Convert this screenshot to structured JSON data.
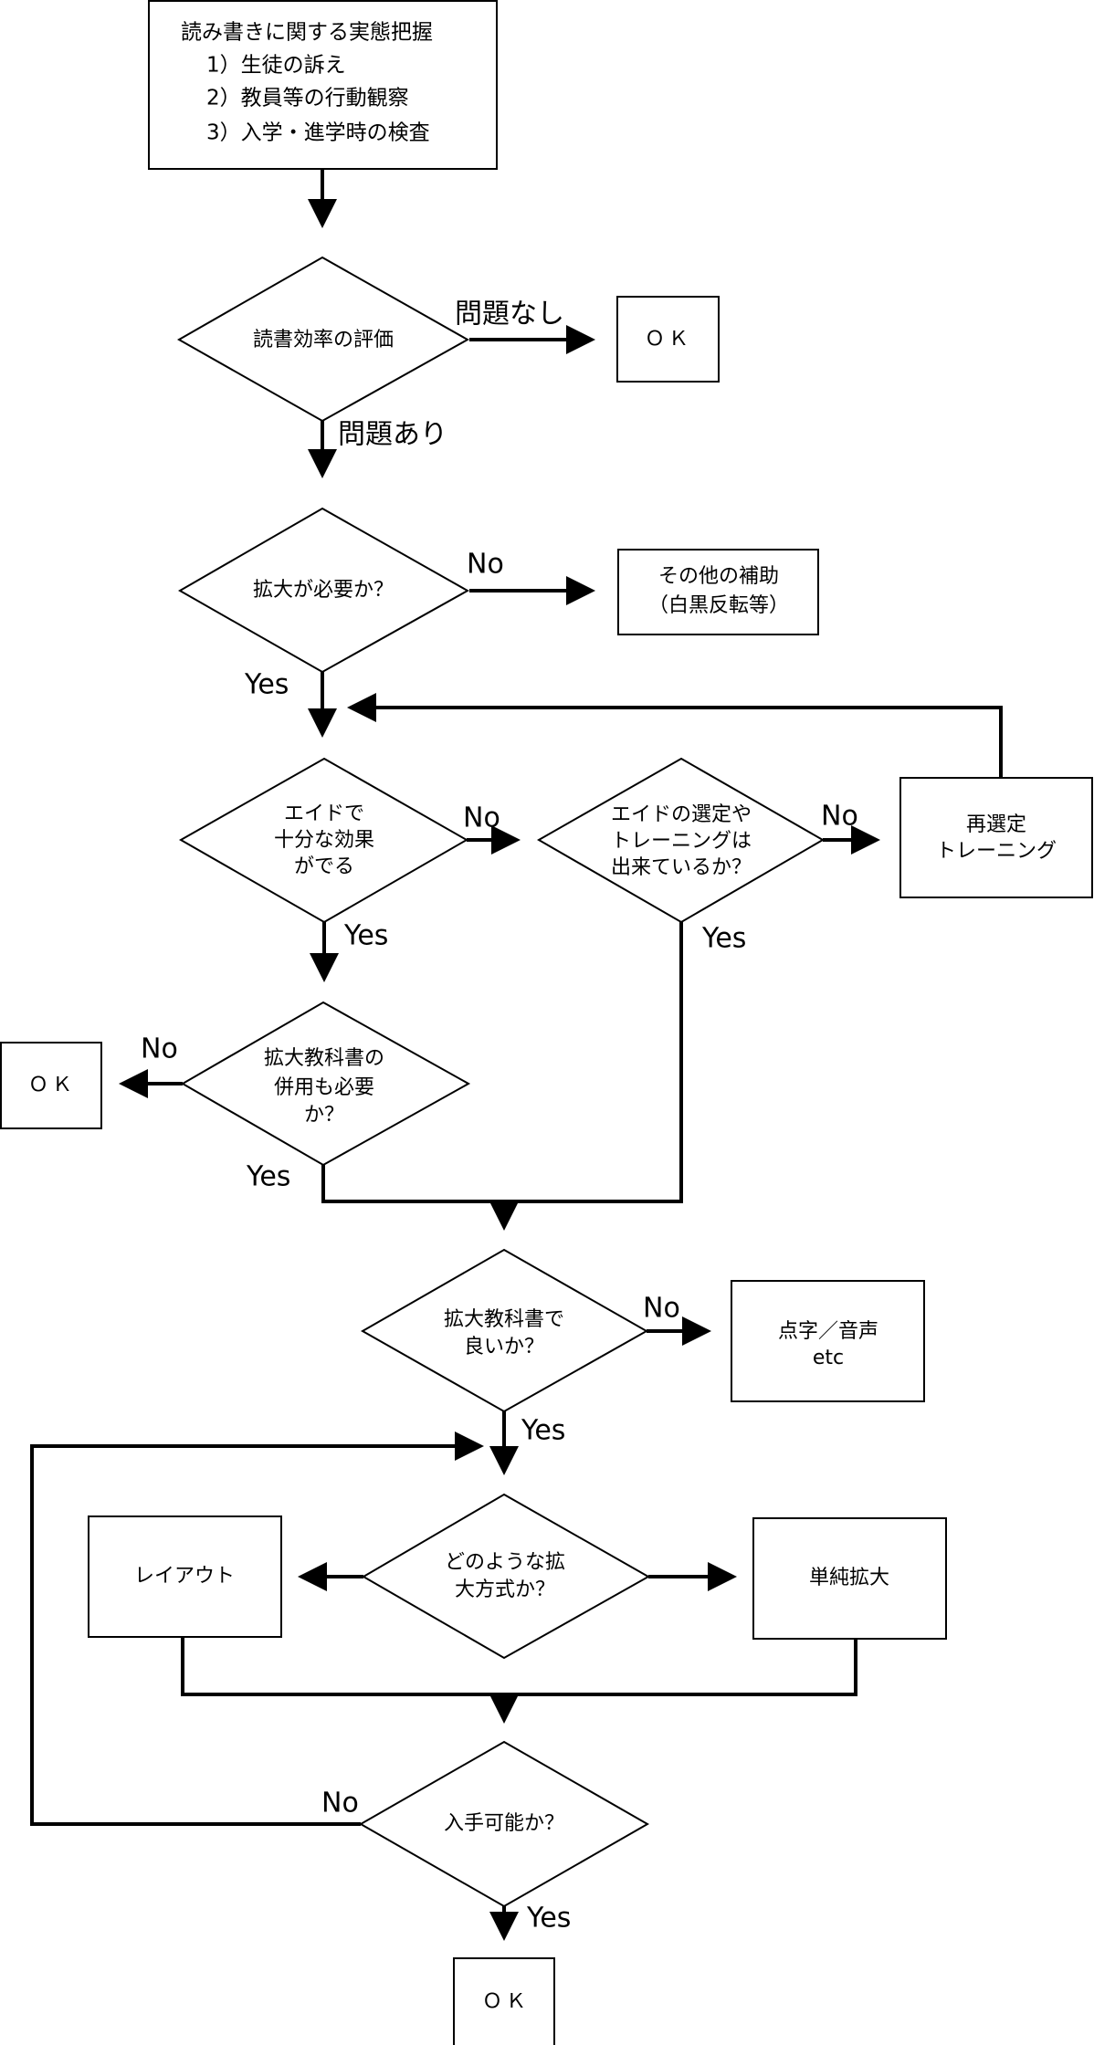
{
  "diagram": {
    "type": "flowchart",
    "line_color": "#000000",
    "background": "#ffffff",
    "nodes": {
      "start": {
        "kind": "process",
        "title": "読み書きに関する実態把握",
        "items": [
          "1）生徒の訴え",
          "2）教員等の行動観察",
          "3）入学・進学時の検査"
        ]
      },
      "d_reading": {
        "kind": "decision",
        "lines": [
          "読書効率の評価"
        ]
      },
      "ok1": {
        "kind": "terminal",
        "lines": [
          "ＯＫ"
        ]
      },
      "d_enlarge_needed": {
        "kind": "decision",
        "lines": [
          "拡大が必要か？"
        ]
      },
      "other_aid": {
        "kind": "process",
        "lines": [
          "その他の補助",
          "（白黒反転等）"
        ]
      },
      "d_aid_effect": {
        "kind": "decision",
        "lines": [
          "エイドで",
          "十分な効果",
          "がでる"
        ]
      },
      "d_aid_selected": {
        "kind": "decision",
        "lines": [
          "エイドの選定や",
          "トレーニングは",
          "出来ているか？"
        ]
      },
      "reselect": {
        "kind": "process",
        "lines": [
          "再選定",
          "トレーニング"
        ]
      },
      "d_combined": {
        "kind": "decision",
        "lines": [
          "拡大教科書の",
          "併用も必要",
          "か？"
        ]
      },
      "ok2": {
        "kind": "terminal",
        "lines": [
          "ＯＫ"
        ]
      },
      "d_textbook_ok": {
        "kind": "decision",
        "lines": [
          "拡大教科書で",
          "良いか？"
        ]
      },
      "braille": {
        "kind": "process",
        "lines": [
          "点字／音声",
          "etc"
        ]
      },
      "d_method": {
        "kind": "decision",
        "lines": [
          "どのような拡",
          "大方式か？"
        ]
      },
      "layout": {
        "kind": "process",
        "lines": [
          "レイアウト"
        ]
      },
      "simple": {
        "kind": "process",
        "lines": [
          "単純拡大"
        ]
      },
      "d_available": {
        "kind": "decision",
        "lines": [
          "入手可能か？"
        ]
      },
      "ok3": {
        "kind": "terminal",
        "lines": [
          "ＯＫ"
        ]
      }
    },
    "edges": [
      {
        "from": "start",
        "to": "d_reading",
        "label": ""
      },
      {
        "from": "d_reading",
        "to": "ok1",
        "label": "問題なし"
      },
      {
        "from": "d_reading",
        "to": "d_enlarge_needed",
        "label": "問題あり"
      },
      {
        "from": "d_enlarge_needed",
        "to": "other_aid",
        "label": "No"
      },
      {
        "from": "d_enlarge_needed",
        "to": "d_aid_effect",
        "label": "Yes"
      },
      {
        "from": "d_aid_effect",
        "to": "d_aid_selected",
        "label": "No"
      },
      {
        "from": "d_aid_selected",
        "to": "reselect",
        "label": "No"
      },
      {
        "from": "reselect",
        "to": "d_aid_effect",
        "label": ""
      },
      {
        "from": "d_aid_effect",
        "to": "d_combined",
        "label": "Yes"
      },
      {
        "from": "d_aid_selected",
        "to": "d_textbook_ok",
        "label": "Yes"
      },
      {
        "from": "d_combined",
        "to": "ok2",
        "label": "No"
      },
      {
        "from": "d_combined",
        "to": "d_textbook_ok",
        "label": "Yes"
      },
      {
        "from": "d_textbook_ok",
        "to": "braille",
        "label": "No"
      },
      {
        "from": "d_textbook_ok",
        "to": "d_method",
        "label": "Yes"
      },
      {
        "from": "d_method",
        "to": "layout",
        "label": ""
      },
      {
        "from": "d_method",
        "to": "simple",
        "label": ""
      },
      {
        "from": "layout",
        "to": "d_available",
        "label": ""
      },
      {
        "from": "simple",
        "to": "d_available",
        "label": ""
      },
      {
        "from": "d_available",
        "to": "d_method",
        "label": "No"
      },
      {
        "from": "d_available",
        "to": "ok3",
        "label": "Yes"
      }
    ]
  }
}
